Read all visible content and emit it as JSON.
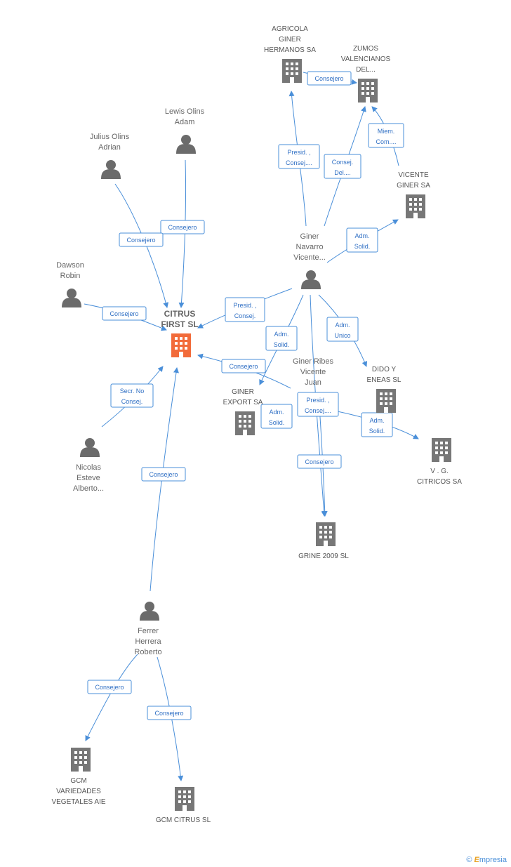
{
  "focus": {
    "name_line1": "CITRUS",
    "name_line2": "FIRST SL"
  },
  "persons": [
    {
      "id": "lewis",
      "lines": [
        "Lewis Olins",
        "Adam"
      ]
    },
    {
      "id": "julius",
      "lines": [
        "Julius Olins",
        "Adrian"
      ]
    },
    {
      "id": "dawson",
      "lines": [
        "Dawson",
        "Robin"
      ]
    },
    {
      "id": "nicolas",
      "lines": [
        "Nicolas",
        "Esteve",
        "Alberto..."
      ]
    },
    {
      "id": "ferrer",
      "lines": [
        "Ferrer",
        "Herrera",
        "Roberto"
      ]
    },
    {
      "id": "ginernav",
      "lines": [
        "Giner",
        "Navarro",
        "Vicente..."
      ]
    },
    {
      "id": "ginerribes",
      "lines": [
        "Giner Ribes",
        "Vicente",
        "Juan"
      ]
    }
  ],
  "companies": [
    {
      "id": "agricola",
      "lines": [
        "AGRICOLA",
        "GINER",
        "HERMANOS SA"
      ]
    },
    {
      "id": "zumos",
      "lines": [
        "ZUMOS",
        "VALENCIANOS",
        "DEL..."
      ]
    },
    {
      "id": "vicenteginer",
      "lines": [
        "VICENTE",
        "GINER SA"
      ]
    },
    {
      "id": "dido",
      "lines": [
        "DIDO Y",
        "ENEAS  SL"
      ]
    },
    {
      "id": "vg",
      "lines": [
        "V . G.",
        "CITRICOS SA"
      ]
    },
    {
      "id": "ginerexport",
      "lines": [
        "GINER",
        "EXPORT SA"
      ]
    },
    {
      "id": "grine",
      "lines": [
        "GRINE 2009 SL"
      ]
    },
    {
      "id": "gcmveg",
      "lines": [
        "GCM",
        "VARIEDADES",
        "VEGETALES AIE"
      ]
    },
    {
      "id": "gcmcitrus",
      "lines": [
        "GCM CITRUS SL"
      ]
    }
  ],
  "edges": [
    {
      "id": "e1",
      "lines": [
        "Consejero"
      ]
    },
    {
      "id": "e2",
      "lines": [
        "Consejero"
      ]
    },
    {
      "id": "e3",
      "lines": [
        "Consejero"
      ]
    },
    {
      "id": "e4",
      "lines": [
        "Secr.  No",
        "Consej."
      ]
    },
    {
      "id": "e5",
      "lines": [
        "Consejero"
      ]
    },
    {
      "id": "e6",
      "lines": [
        "Presid. ,",
        "Consej."
      ]
    },
    {
      "id": "e7",
      "lines": [
        "Consejero"
      ]
    },
    {
      "id": "e8",
      "lines": [
        "Presid. ,",
        "Consej...."
      ]
    },
    {
      "id": "e9",
      "lines": [
        "Consejero"
      ]
    },
    {
      "id": "e10",
      "lines": [
        "Consej.",
        "Del...."
      ]
    },
    {
      "id": "e11",
      "lines": [
        "Miem.",
        "Com...."
      ]
    },
    {
      "id": "e12",
      "lines": [
        "Adm.",
        "Solid."
      ]
    },
    {
      "id": "e13",
      "lines": [
        "Adm.",
        "Solid."
      ]
    },
    {
      "id": "e14",
      "lines": [
        "Adm.",
        "Unico"
      ]
    },
    {
      "id": "e15",
      "lines": [
        "Adm.",
        "Solid."
      ]
    },
    {
      "id": "e16",
      "lines": [
        "Presid. ,",
        "Consej...."
      ]
    },
    {
      "id": "e17",
      "lines": [
        "Adm.",
        "Solid."
      ]
    },
    {
      "id": "e18",
      "lines": [
        "Consejero"
      ]
    },
    {
      "id": "e19",
      "lines": [
        "Consejero"
      ]
    },
    {
      "id": "e20",
      "lines": [
        "Consejero"
      ]
    }
  ],
  "footer": {
    "copyright": "©",
    "brand_initial": "E",
    "brand_rest": "mpresia"
  },
  "colors": {
    "edge": "#4a8fd9",
    "focus_building": "#f26b3a",
    "building": "#777777",
    "person": "#6b6b6b"
  }
}
